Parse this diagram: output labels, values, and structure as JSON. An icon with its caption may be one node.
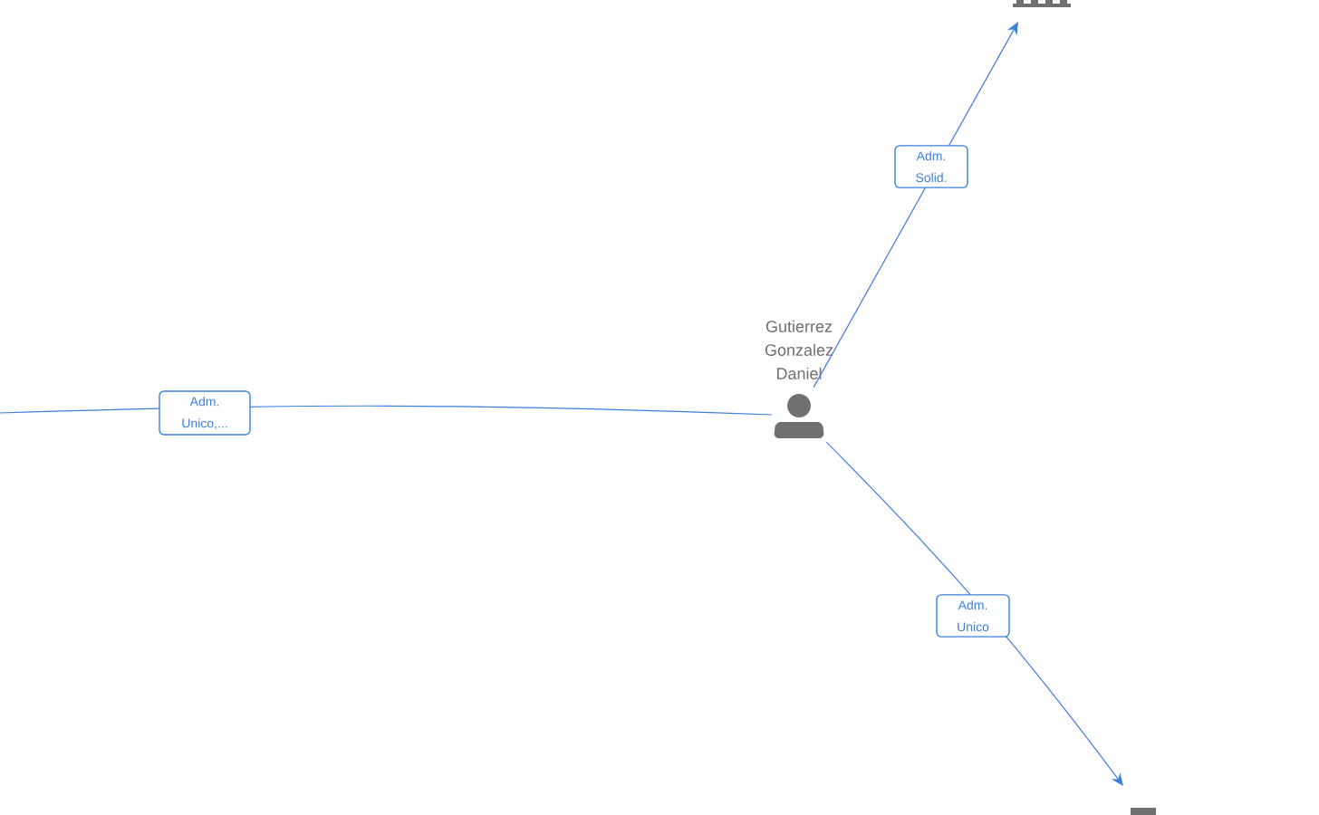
{
  "diagram": {
    "nodes": [
      {
        "text": [
          "Gutierrez Gonzalez Daniel"
        ]
      },
      {
        "text": [],
        "shape": "building"
      },
      {
        "text": [],
        "shape": "building"
      }
    ],
    "edges": [
      {
        "from": 0,
        "to": 1,
        "arrow": "to",
        "label": "Adm. Solid."
      },
      {
        "from": 0,
        "to": null,
        "arrow": "none",
        "label": "Adm. Unico,..."
      },
      {
        "from": 0,
        "to": 2,
        "arrow": "to",
        "label": "Adm. Unico"
      }
    ]
  }
}
